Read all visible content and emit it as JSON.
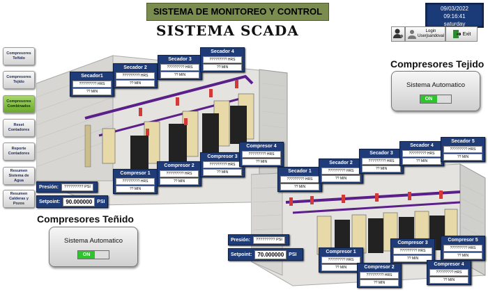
{
  "header": {
    "title": "SISTEMA DE MONITOREO Y CONTROL",
    "subtitle": "SISTEMA SCADA",
    "date": "09/03/2022",
    "time": "09:16:41",
    "day": "saturday"
  },
  "user": {
    "login_label": "Login",
    "username": "Userjsandoval",
    "exit_label": "Exit"
  },
  "sidebar": {
    "items": [
      {
        "label": "Compresores Teñido"
      },
      {
        "label": "Compresores Tejido"
      },
      {
        "label": "Compresores Combinados"
      },
      {
        "label": "Reset Contadores"
      },
      {
        "label": "Reporte Contadores"
      },
      {
        "label": "Resumen Sistema de Agua"
      },
      {
        "label": "Resumen Calderas y Pozos"
      }
    ]
  },
  "tejido": {
    "title": "Compresores Tejido",
    "mode_label": "Sistema Automatico",
    "toggle": "ON",
    "pressure_label": "Presión:",
    "pressure_value": "????????? PSI",
    "setpoint_label": "Setpoint:",
    "setpoint_value": "70.000000",
    "unit": "PSI",
    "secadores": [
      {
        "name": "Secador 1",
        "hrs": "????????? HRS",
        "min": "?? MIN"
      },
      {
        "name": "Secador 2",
        "hrs": "????????? HRS",
        "min": "?? MIN"
      },
      {
        "name": "Secador 3",
        "hrs": "????????? HRS",
        "min": "?? MIN"
      },
      {
        "name": "Secador 4",
        "hrs": "????????? HRS",
        "min": "?? MIN"
      },
      {
        "name": "Secador 5",
        "hrs": "????????? HRS",
        "min": "?? MIN"
      }
    ],
    "compresores": [
      {
        "name": "Compresor 1",
        "hrs": "????????? HRS",
        "min": "?? MIN"
      },
      {
        "name": "Compresor 2",
        "hrs": "????????? HRS",
        "min": "?? MIN"
      },
      {
        "name": "Compresor 3",
        "hrs": "????????? HRS",
        "min": "?? MIN"
      },
      {
        "name": "Compresor 4",
        "hrs": "????????? HRS",
        "min": "?? MIN"
      },
      {
        "name": "Compresor 5",
        "hrs": "????????? HRS",
        "min": "?? MIN"
      }
    ]
  },
  "tenido": {
    "title": "Compresores Teñido",
    "mode_label": "Sistema Automatico",
    "toggle": "ON",
    "pressure_label": "Presión:",
    "pressure_value": "????????? PSI",
    "setpoint_label": "Setpoint:",
    "setpoint_value": "90.000000",
    "unit": "PSI",
    "secadores": [
      {
        "name": "Secador1",
        "hrs": "????????? HRS",
        "min": "?? MIN"
      },
      {
        "name": "Secador 2",
        "hrs": "????????? HRS",
        "min": "?? MIN"
      },
      {
        "name": "Secador 3",
        "hrs": "????????? HRS",
        "min": "?? MIN"
      },
      {
        "name": "Secador 4",
        "hrs": "????????? HRS",
        "min": "?? MIN"
      }
    ],
    "compresores": [
      {
        "name": "Compresor 1",
        "hrs": "????????? HRS",
        "min": "?? MIN"
      },
      {
        "name": "Compresor 2",
        "hrs": "????????? HRS",
        "min": "?? MIN"
      },
      {
        "name": "Compresor 3",
        "hrs": "????????? HRS",
        "min": "?? MIN"
      },
      {
        "name": "Compresor 4",
        "hrs": "????????? HRS",
        "min": "?? MIN"
      }
    ]
  }
}
